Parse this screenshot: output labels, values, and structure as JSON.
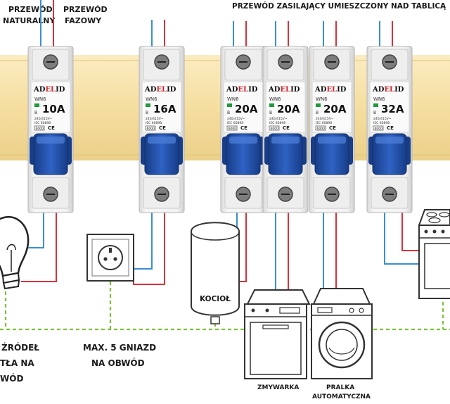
{
  "labels": {
    "neutral_line1": "PRZEWÓD",
    "neutral_line2": "NATURALNY",
    "phase_line1": "PRZEWÓD",
    "phase_line2": "FAZOWY",
    "supply": "PRZEWÓD ZASILAJĄCY UMIESZCZONY NAD TABLICĄ",
    "lights_line1": "ŹRÓDEŁ",
    "lights_line2": "TŁA NA",
    "lights_line3": "WÓD",
    "sockets_line1": "MAX. 5 GNIAZD",
    "sockets_line2": "NA OBWÓD",
    "boiler": "KOCIOŁ",
    "dishwasher": "ZMYWARKA",
    "washer_line1": "PRALKA",
    "washer_line2": "AUTOMATYCZNA"
  },
  "breakers": [
    {
      "brand_a": "AD",
      "brand_b": "EL",
      "brand_c": "ID",
      "model": "WN6",
      "rating": "10A",
      "curve": "B",
      "volt": "240/415V~",
      "std": "IEC 60898",
      "cap": "6000"
    },
    {
      "brand_a": "AD",
      "brand_b": "EL",
      "brand_c": "ID",
      "model": "WN6",
      "rating": "16A",
      "curve": "B",
      "volt": "240/415V~",
      "std": "IEC 60898",
      "cap": "6000"
    },
    {
      "brand_a": "AD",
      "brand_b": "EL",
      "brand_c": "ID",
      "model": "WN6",
      "rating": "20A",
      "curve": "B",
      "volt": "240/415V~",
      "std": "IEC 60898",
      "cap": "6000"
    },
    {
      "brand_a": "AD",
      "brand_b": "EL",
      "brand_c": "ID",
      "model": "WN6",
      "rating": "20A",
      "curve": "B",
      "volt": "240/415V~",
      "std": "IEC 60898",
      "cap": "6000"
    },
    {
      "brand_a": "AD",
      "brand_b": "EL",
      "brand_c": "ID",
      "model": "WN6",
      "rating": "20A",
      "curve": "B",
      "volt": "240/415V~",
      "std": "IEC 60898",
      "cap": "6000"
    },
    {
      "brand_a": "AD",
      "brand_b": "EL",
      "brand_c": "ID",
      "model": "WN6",
      "rating": "32A",
      "curve": "B",
      "volt": "240/415V~",
      "std": "IEC 60898",
      "cap": "6000"
    }
  ],
  "colors": {
    "rail": "#f5dea0",
    "neutral_wire": "#3a8fd0",
    "phase_wire": "#d8323c",
    "ground_wire": "#7cc23a",
    "toggle": "#1f4fa8",
    "brand_red": "#d8242c"
  }
}
